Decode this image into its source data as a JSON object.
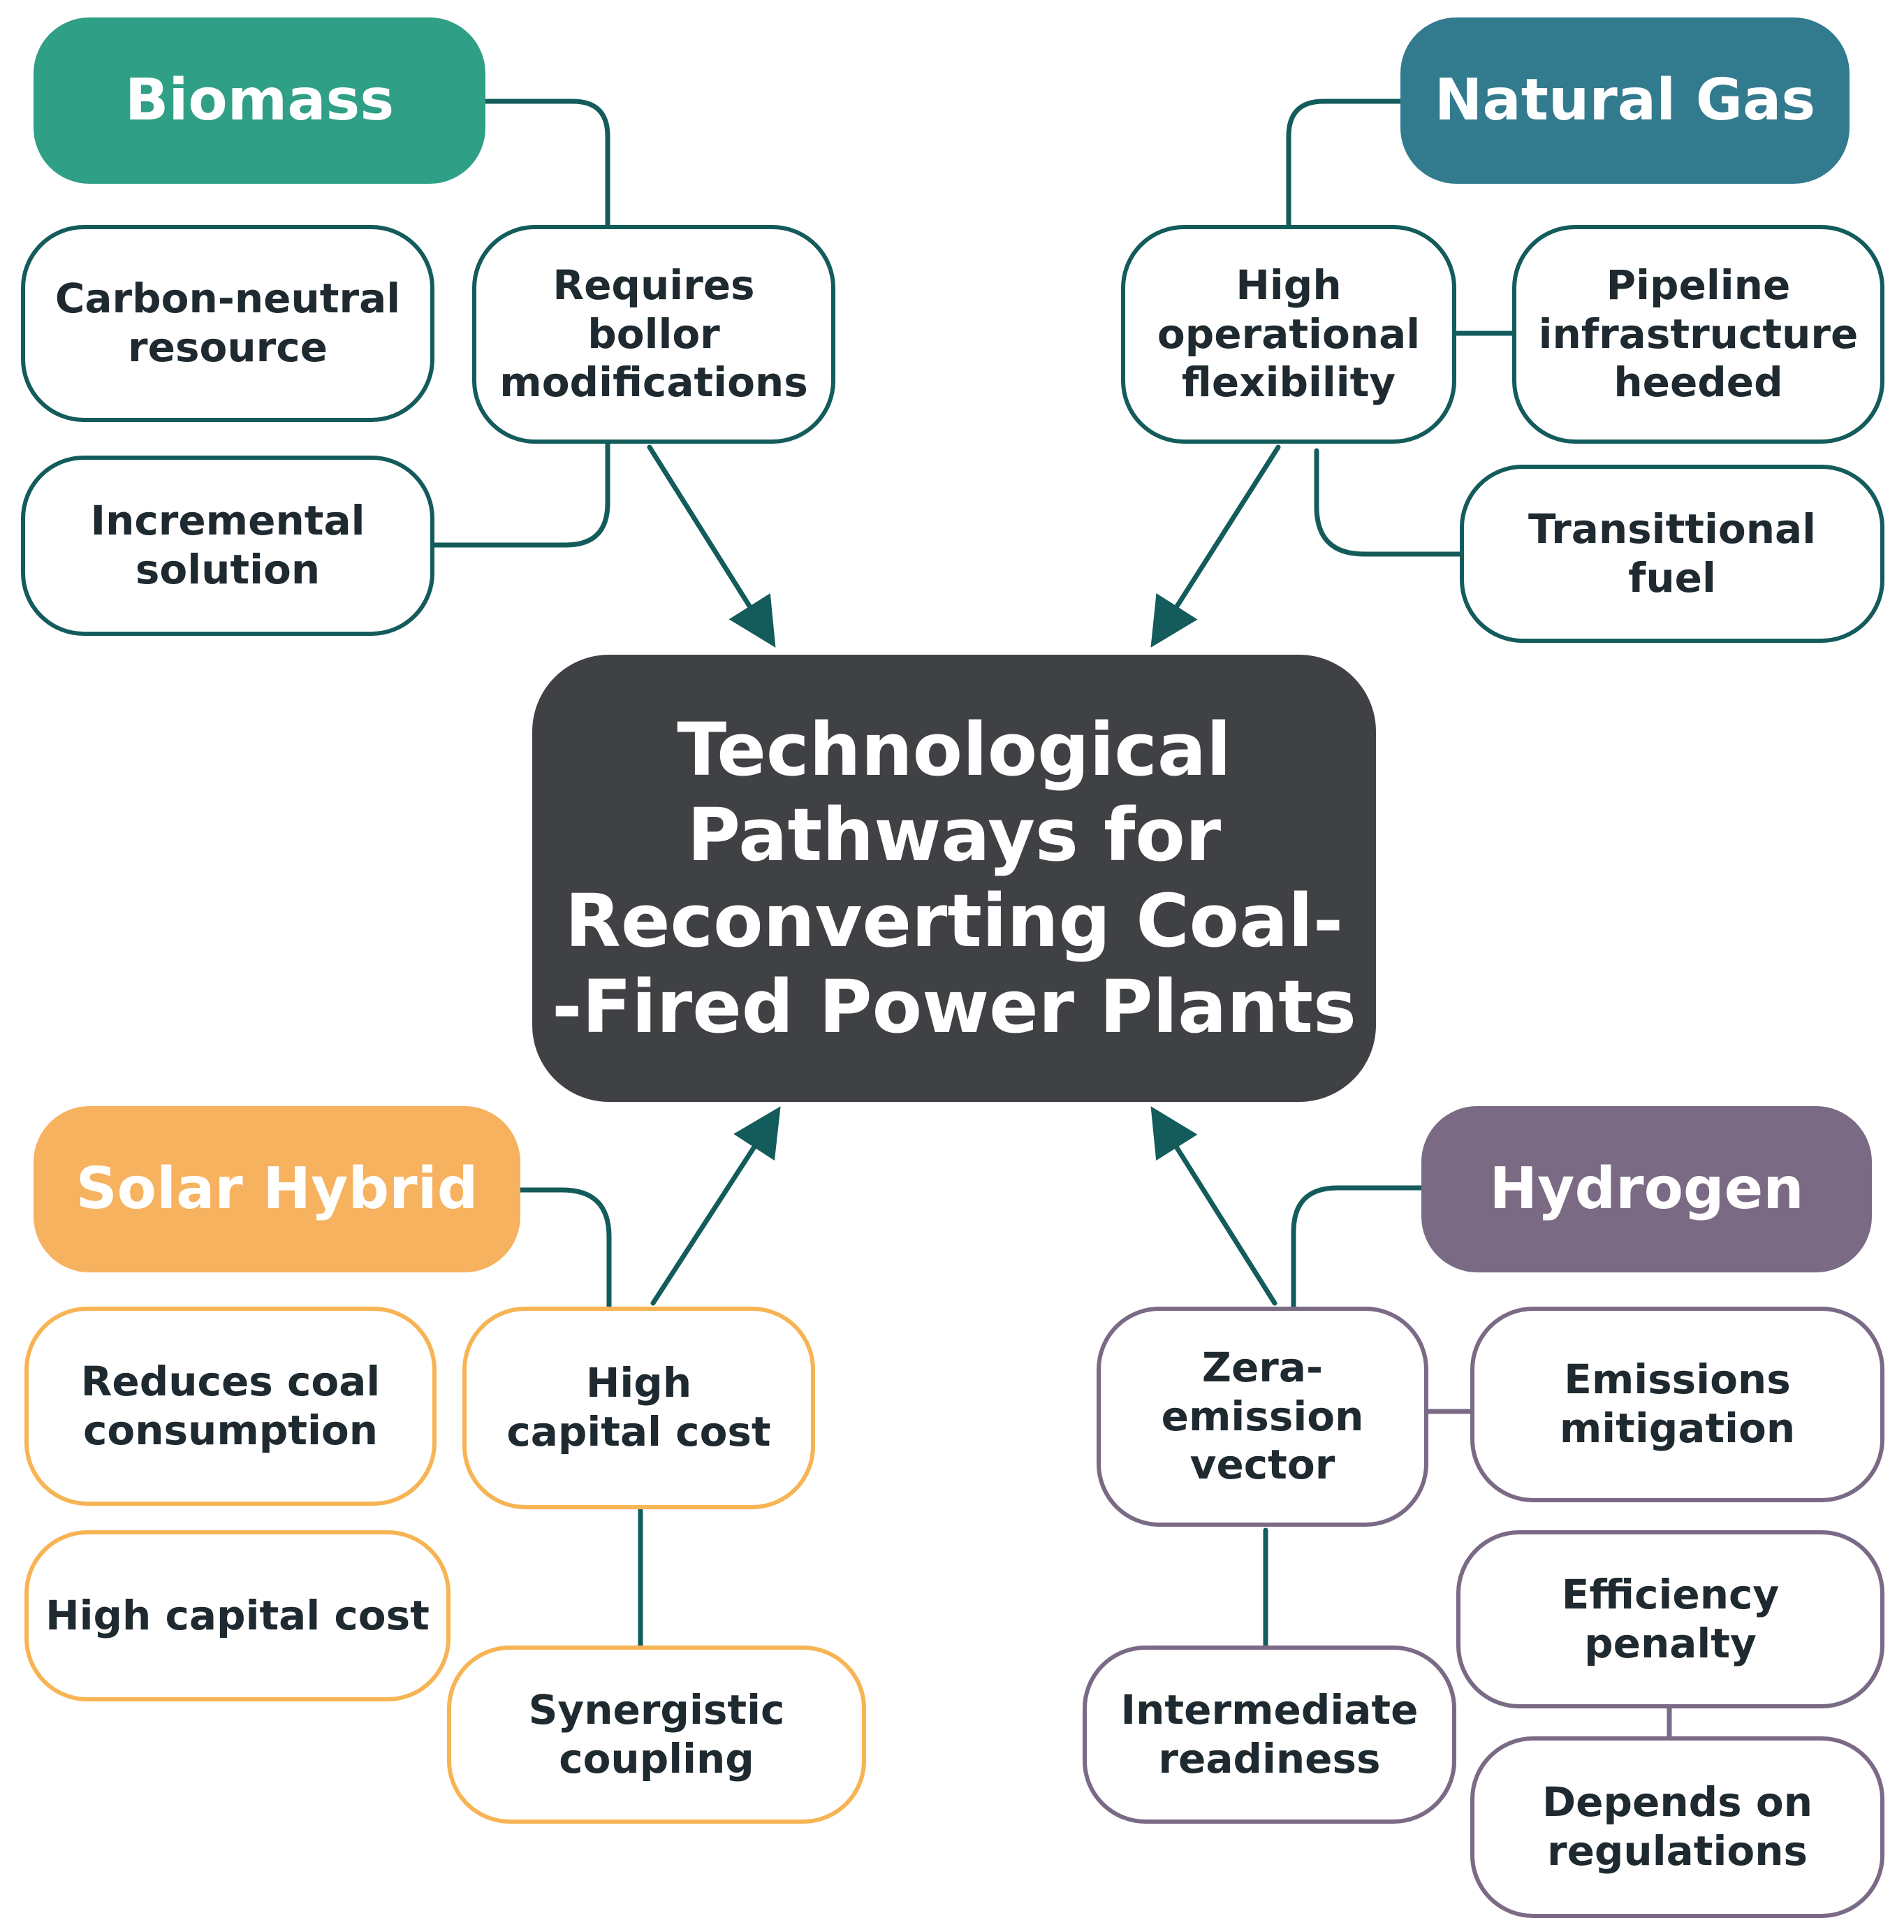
{
  "center": {
    "title": "Technological\nPathways for\nReconverting Coal-\n-Fired Power Plants"
  },
  "biomass": {
    "label": "Biomass",
    "color": "#2f9f86",
    "items": [
      "Carbon-neutral\nresource",
      "Requires\nbollor\nmodifications",
      "Incremental\nsolution"
    ]
  },
  "natural_gas": {
    "label": "Natural Gas",
    "color": "#327a8e",
    "items": [
      "High\noperational\nflexibility",
      "Pipeline\ninfrastructure\nheeded",
      "Transittional\nfuel"
    ]
  },
  "solar_hybrid": {
    "label": "Solar Hybrid",
    "color": "#f7b25f",
    "items": [
      "Reduces coal\nconsumption",
      "High\ncapital cost",
      "High capital cost",
      "Synergistic\ncoupling"
    ]
  },
  "hydrogen": {
    "label": "Hydrogen",
    "color": "#7b6a84",
    "items": [
      "Zera-\nemission\nvector",
      "Emissions\nmitigation",
      "Efficiency\npenalty",
      "Intermediate\nreadiness",
      "Depends on\nregulations"
    ]
  },
  "colors": {
    "center_fill": "#3f4144",
    "teal_line": "#145b5b",
    "orange_line": "#f7b454",
    "purple_line": "#7a6a85"
  }
}
